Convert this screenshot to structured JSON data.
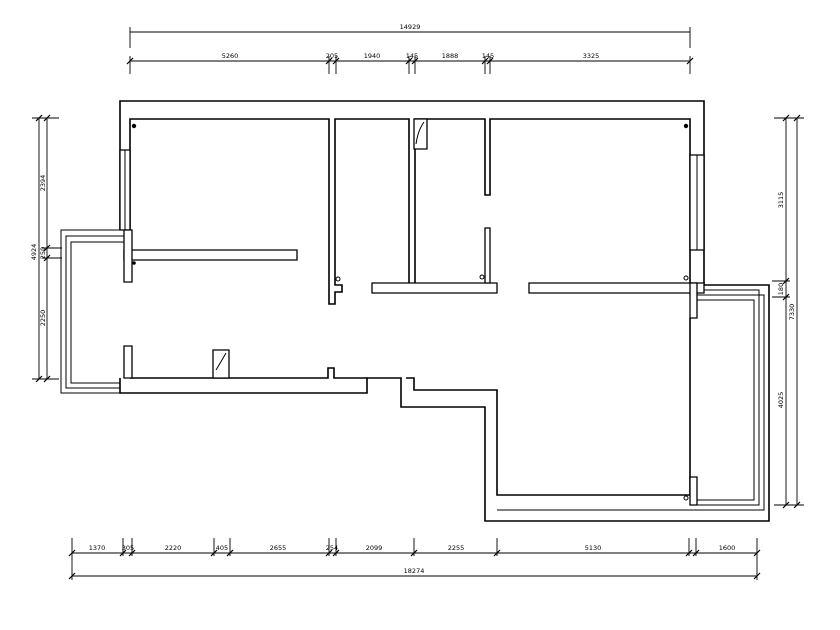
{
  "dimensions": {
    "top_overall": "14929",
    "top_segments": [
      "5260",
      "205",
      "1940",
      "145",
      "1888",
      "145",
      "3325"
    ],
    "bottom_segments": [
      "1370",
      "305",
      "2220",
      "405",
      "2655",
      "254",
      "2099",
      "2255",
      "5130",
      "1600"
    ],
    "bottom_overall": "18274",
    "left_segments": [
      "2394",
      "250",
      "2250"
    ],
    "left_overall": "4924",
    "right_segments": [
      "3115",
      "180",
      "4025"
    ],
    "right_overall": "7330"
  },
  "colors": {
    "line": "#000000",
    "background": "#ffffff"
  }
}
